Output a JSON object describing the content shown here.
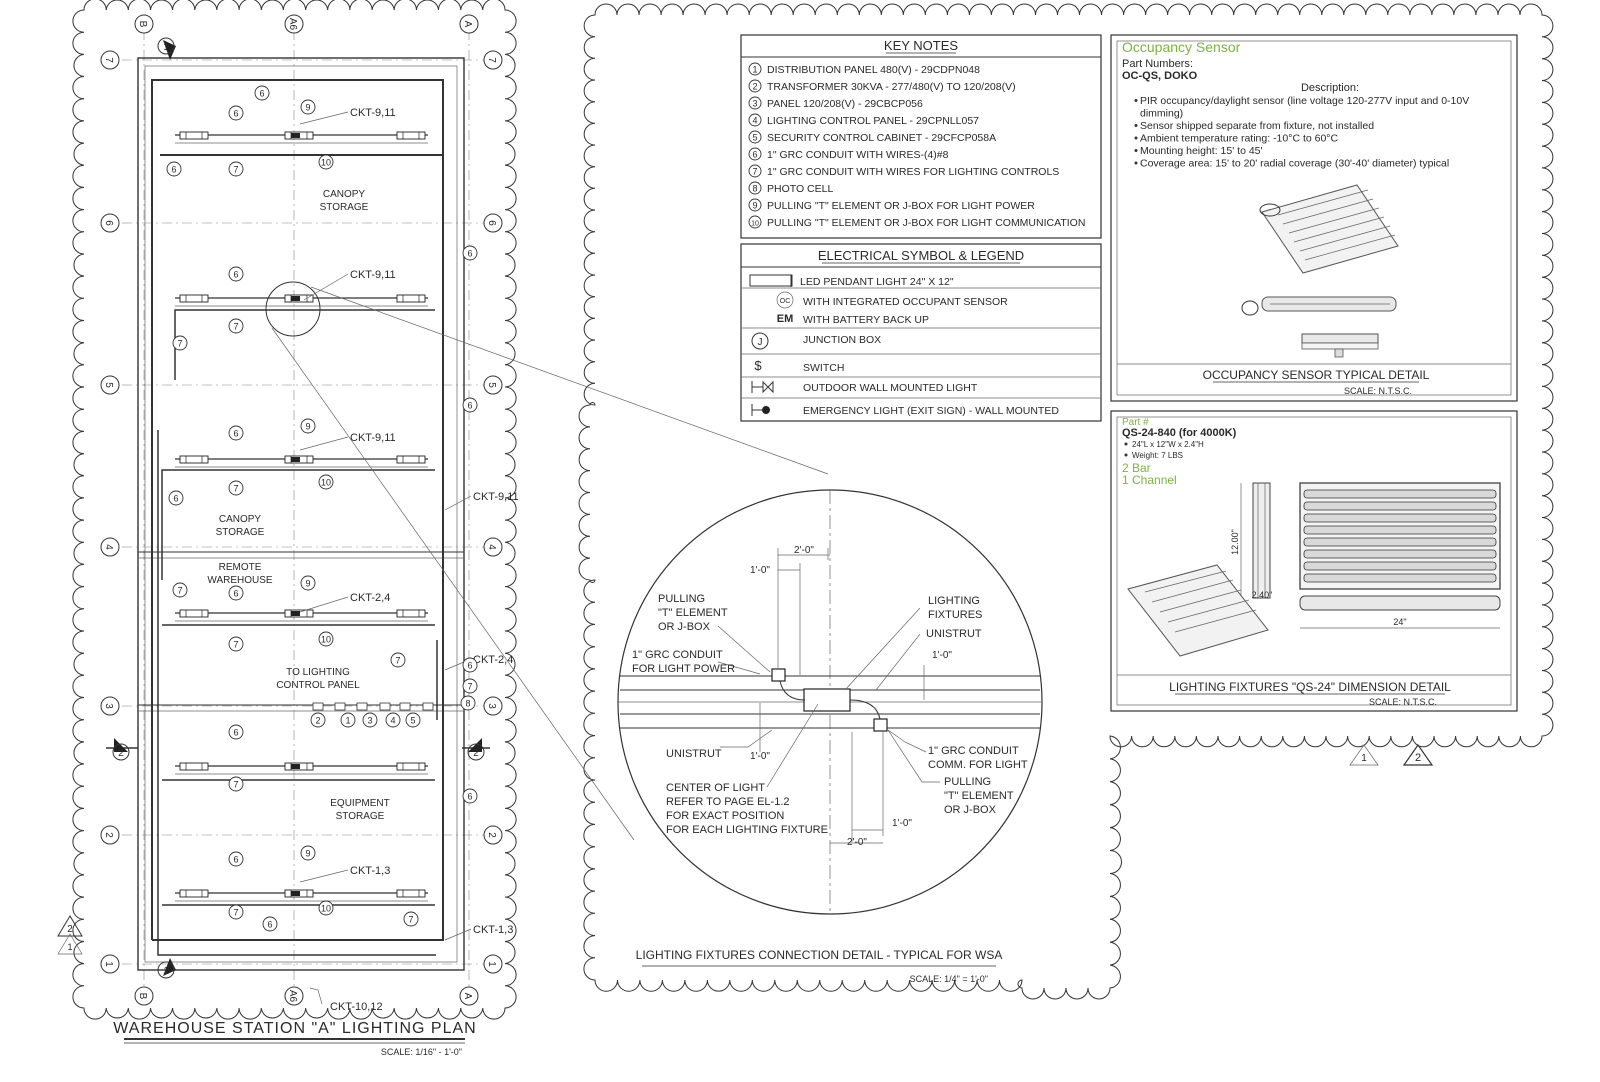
{
  "plan": {
    "title": "WAREHOUSE STATION \"A\" LIGHTING PLAN",
    "scale": "SCALE: 1/16\" - 1'-0\"",
    "top_grid": [
      "B",
      "A6",
      "A"
    ],
    "bottom_grid": [
      "B",
      "A6",
      "A"
    ],
    "row_grid": [
      "7",
      "6",
      "5",
      "4",
      "3",
      "2",
      "1"
    ],
    "rooms": [
      {
        "l1": "CANOPY",
        "l2": "STORAGE"
      },
      {
        "l1": "CANOPY",
        "l2": "STORAGE"
      },
      {
        "l1": "REMOTE",
        "l2": "WAREHOUSE"
      },
      {
        "l1": "TO LIGHTING",
        "l2": "CONTROL PANEL"
      },
      {
        "l1": "EQUIPMENT",
        "l2": "STORAGE"
      }
    ],
    "circuits": {
      "c1": "CKT-9,11",
      "c2": "CKT-9,11",
      "c3": "CKT-9,11",
      "c4": "CKT-9,11",
      "c5": "CKT-2,4",
      "c6": "CKT-2,4",
      "c7": "CKT-1,3",
      "c8": "CKT-1,3",
      "c9": "CKT-10,12"
    },
    "panel_tags": [
      "2",
      "1",
      "3",
      "4",
      "5"
    ],
    "section_marks": [
      "2",
      "2",
      "1",
      "2"
    ],
    "tags": {
      "t1": "1",
      "t6": "6",
      "t7": "7",
      "t8": "8",
      "t9": "9",
      "t10": "10"
    }
  },
  "key_notes": {
    "title": "KEY NOTES",
    "items": [
      {
        "n": "1",
        "text": "DISTRIBUTION PANEL 480(V) - 29CDPN048"
      },
      {
        "n": "2",
        "text": "TRANSFORMER 30KVA - 277/480(V) TO 120/208(V)"
      },
      {
        "n": "3",
        "text": "PANEL 120/208(V) - 29CBCP056"
      },
      {
        "n": "4",
        "text": "LIGHTING CONTROL PANEL - 29CPNLL057"
      },
      {
        "n": "5",
        "text": "SECURITY CONTROL CABINET - 29CFCP058A"
      },
      {
        "n": "6",
        "text": "1\" GRC CONDUIT WITH WIRES-(4)#8"
      },
      {
        "n": "7",
        "text": "1\" GRC CONDUIT WITH WIRES FOR LIGHTING CONTROLS"
      },
      {
        "n": "8",
        "text": "PHOTO CELL"
      },
      {
        "n": "9",
        "text": "PULLING \"T\" ELEMENT OR J-BOX FOR LIGHT POWER"
      },
      {
        "n": "10",
        "text": "PULLING \"T\" ELEMENT OR J-BOX FOR LIGHT COMMUNICATION"
      }
    ]
  },
  "legend": {
    "title": "ELECTRICAL SYMBOL & LEGEND",
    "items": [
      {
        "sym": "",
        "text": "LED PENDANT LIGHT 24\" X 12\""
      },
      {
        "sym": "OC",
        "text": "WITH INTEGRATED OCCUPANT SENSOR"
      },
      {
        "sym": "EM",
        "text": "WITH BATTERY BACK UP"
      },
      {
        "sym": "J",
        "text": "JUNCTION BOX"
      },
      {
        "sym": "$",
        "text": "SWITCH"
      },
      {
        "sym": "",
        "text": "OUTDOOR WALL MOUNTED LIGHT"
      },
      {
        "sym": "",
        "text": "EMERGENCY LIGHT (EXIT SIGN) - WALL MOUNTED"
      }
    ]
  },
  "occupancy": {
    "heading": "Occupancy Sensor",
    "part_label": "Part Numbers:",
    "part_numbers": "OC-QS, DOKO",
    "desc_label": "Description:",
    "bullets": [
      "PIR occupancy/daylight sensor (line voltage 120-277V input and 0-10V",
      "dimming)",
      "Sensor shipped separate from fixture, not installed",
      "Ambient temperature rating:  -10°C to 60°C",
      "Mounting height: 15' to 45'",
      "Coverage area: 15' to 20' radial coverage (30'-40' diameter) typical"
    ],
    "detail_title": "OCCUPANCY SENSOR TYPICAL DETAIL",
    "detail_scale": "SCALE:  N.T.S.C."
  },
  "fixture": {
    "part_label": "Part #",
    "part": "QS-24-840 (for 4000K)",
    "spec1": "24\"L x 12\"W x 2.4\"H",
    "spec2": "Weight: 7 LBS",
    "bars": "2 Bar",
    "channel": "1 Channel",
    "dim_h": "12.00\"",
    "dim_d": "2.40\"",
    "dim_l": "24\"",
    "detail_title": "LIGHTING FIXTURES \"QS-24\" DIMENSION DETAIL",
    "detail_scale": "SCALE:  N.T.S.C."
  },
  "connection": {
    "pulling_top": [
      "PULLING",
      "\"T\" ELEMENT",
      "OR J-BOX"
    ],
    "conduit_power": [
      "1\" GRC CONDUIT",
      "FOR LIGHT POWER"
    ],
    "lighting_fixtures": [
      "LIGHTING",
      "FIXTURES"
    ],
    "unistrut_top": "UNISTRUT",
    "unistrut_left": "UNISTRUT",
    "conduit_comm": [
      "1\" GRC CONDUIT",
      "COMM. FOR LIGHT"
    ],
    "pulling_bottom": [
      "PULLING",
      "\"T\" ELEMENT",
      "OR J-BOX"
    ],
    "center_note": [
      "CENTER OF LIGHT",
      "REFER TO PAGE EL-1.2",
      "FOR EXACT POSITION",
      "FOR EACH LIGHTING FIXTURE"
    ],
    "dims": [
      "2'-0\"",
      "1'-0\"",
      "1'-0\"",
      "1'-0\"",
      "1'-0\"",
      "2'-0\""
    ],
    "title": "LIGHTING FIXTURES CONNECTION DETAIL - TYPICAL FOR WSA",
    "scale": "SCALE:  1/4\" = 1'-0\""
  },
  "revision_marks": [
    "1",
    "2"
  ]
}
